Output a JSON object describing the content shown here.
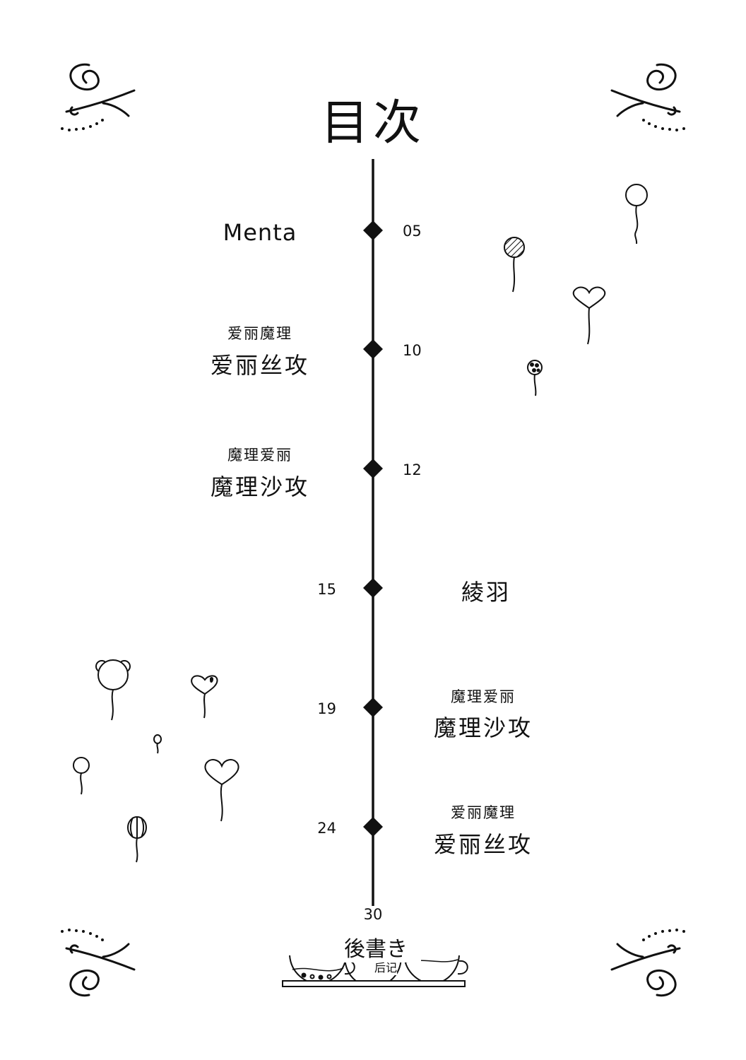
{
  "title": "目次",
  "entries": [
    {
      "page": "05",
      "author": "",
      "label": "Menta"
    },
    {
      "page": "10",
      "author": "爱丽魔理",
      "label": "爱丽丝攻"
    },
    {
      "page": "12",
      "author": "魔理爱丽",
      "label": "魔理沙攻"
    },
    {
      "page": "15",
      "author": "",
      "label": "綾羽"
    },
    {
      "page": "19",
      "author": "魔理爱丽",
      "label": "魔理沙攻"
    },
    {
      "page": "24",
      "author": "爱丽魔理",
      "label": "爱丽丝攻"
    }
  ],
  "afterword": {
    "page": "30",
    "title": "後書き",
    "subtitle": "后记"
  }
}
